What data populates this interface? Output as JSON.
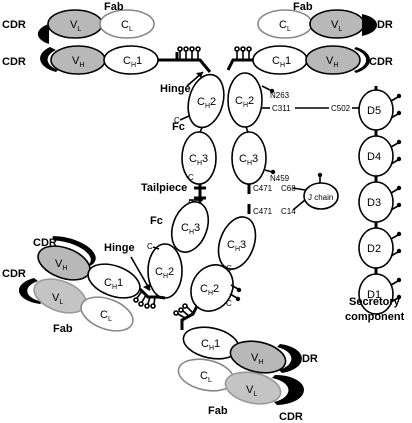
{
  "labels": {
    "fab": "Fab",
    "cdr": "CDR",
    "hinge": "Hinge",
    "fc": "Fc",
    "tailpiece": "Tailpiece",
    "j_chain": "J chain",
    "secretory_component": "Secretory",
    "secretory_component_2": "component",
    "c": "C"
  },
  "domains": {
    "vl": {
      "main": "V",
      "sub": "L"
    },
    "cl": {
      "main": "C",
      "sub": "L"
    },
    "vh": {
      "main": "V",
      "sub": "H"
    },
    "ch1": {
      "main": "C",
      "sub": "H",
      "num": "1"
    },
    "ch2": {
      "main": "C",
      "sub": "H",
      "num": "2"
    },
    "ch3": {
      "main": "C",
      "sub": "H",
      "num": "3"
    }
  },
  "sites": {
    "n263": "N263",
    "c311": "C311",
    "c502": "C502",
    "n459": "N459",
    "c471_a": "C471",
    "c68": "C68",
    "c471_b": "C471",
    "c14": "C14"
  },
  "secretory_domains": [
    "D5",
    "D4",
    "D3",
    "D2",
    "D1"
  ]
}
